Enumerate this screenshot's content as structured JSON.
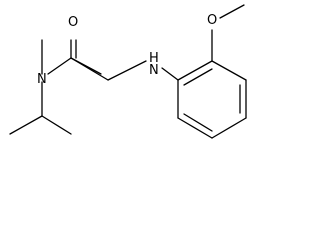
{
  "diagram": {
    "type": "structural-formula",
    "atoms": {
      "o_carbonyl": "O",
      "o_methoxy": "O",
      "n_amide": "N",
      "n_amine": "N",
      "h_amine": "H"
    },
    "colors": {
      "bond": "#000000",
      "label": "#000000",
      "background": "#ffffff"
    }
  }
}
